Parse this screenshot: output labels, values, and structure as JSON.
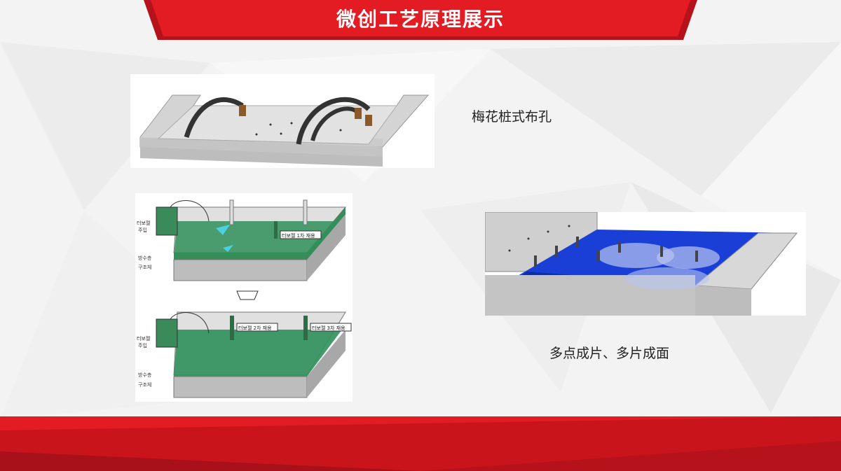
{
  "title": "微创工艺原理展示",
  "captions": {
    "top_right": "梅花桩式布孔",
    "bottom_right": "多点成片、多片成面"
  },
  "figure_left": {
    "top_labels": {
      "tank": [
        "터보젤",
        "주입"
      ],
      "callout": "터보젤 1차 재용"
    },
    "bottom_labels": {
      "tank": [
        "터보젤",
        "주입"
      ],
      "callout_a": "터보젤 2차 재용",
      "callout_b": "터보젤 3차 재용"
    },
    "layer_labels": [
      "방수층",
      "구조체"
    ]
  },
  "colors": {
    "brand_red": "#e31b23",
    "dark_red": "#b5121b",
    "green": "#2e8b57",
    "blue": "#1a3fd6"
  }
}
